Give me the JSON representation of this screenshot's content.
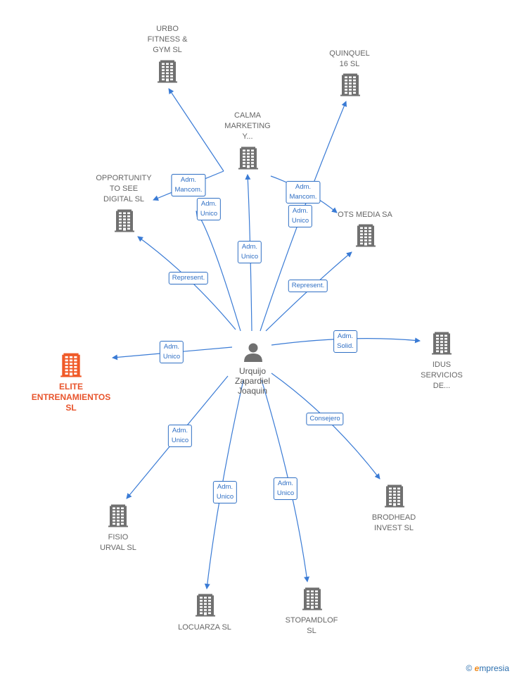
{
  "person": {
    "name": "Urquijo\nZapardiel\nJoaquin"
  },
  "focus_company": {
    "name": "ELITE\nENTRENAMIENTOS\nSL"
  },
  "companies": [
    {
      "id": "urbo",
      "name": "URBO\nFITNESS &\nGYM SL"
    },
    {
      "id": "quinquel",
      "name": "QUINQUEL\n16  SL"
    },
    {
      "id": "calma",
      "name": "CALMA\nMARKETING\nY..."
    },
    {
      "id": "opportunity",
      "name": "OPPORTUNITY\nTO SEE\nDIGITAL  SL"
    },
    {
      "id": "ots",
      "name": "OTS MEDIA SA"
    },
    {
      "id": "idus",
      "name": "IDUS\nSERVICIOS\nDE..."
    },
    {
      "id": "brodhead",
      "name": "BRODHEAD\nINVEST  SL"
    },
    {
      "id": "fisio",
      "name": "FISIO\nURVAL  SL"
    },
    {
      "id": "locuarza",
      "name": "LOCUARZA  SL"
    },
    {
      "id": "stopamdlof",
      "name": "STOPAMDLOF\nSL"
    }
  ],
  "relations": [
    {
      "to": "urbo",
      "label": "Adm.\nMancom."
    },
    {
      "to": "opportunity",
      "label": "Adm.\nMancom."
    },
    {
      "to": "calma",
      "label": "Adm.\nUnico"
    },
    {
      "to": "calma",
      "label": "Adm.\nUnico"
    },
    {
      "to": "quinquel",
      "label": "Adm.\nUnico"
    },
    {
      "to": "ots",
      "label": "Adm.\nMancom."
    },
    {
      "to": "opportunity",
      "label": "Represent."
    },
    {
      "to": "ots",
      "label": "Represent."
    },
    {
      "to": "focus",
      "label": "Adm.\nUnico"
    },
    {
      "to": "idus",
      "label": "Adm.\nSolid."
    },
    {
      "to": "brodhead",
      "label": "Consejero"
    },
    {
      "to": "fisio",
      "label": "Adm.\nUnico"
    },
    {
      "to": "locuarza",
      "label": "Adm.\nUnico"
    },
    {
      "to": "stopamdlof",
      "label": "Adm.\nUnico"
    }
  ],
  "colors": {
    "edge": "#3a7bd5",
    "building": "#707070",
    "focus": "#f05a28"
  },
  "icons": {
    "company": "building-icon",
    "person": "person-icon"
  },
  "footer": {
    "copyright": "©",
    "brand_initial": "e",
    "brand_rest": "mpresia"
  }
}
